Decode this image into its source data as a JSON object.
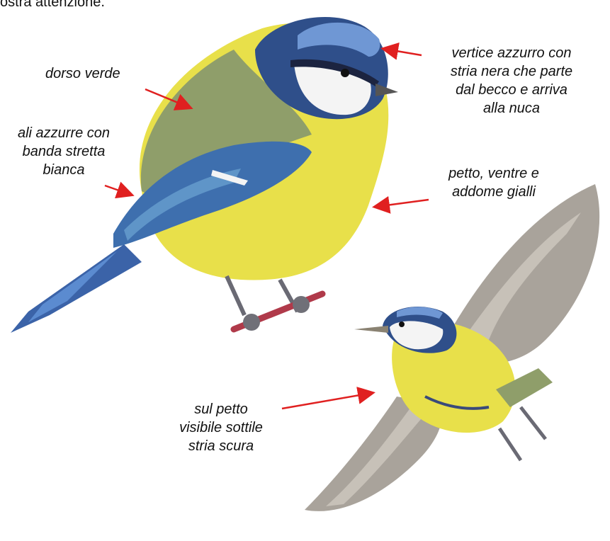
{
  "header": {
    "fragment": "ostra attenzione."
  },
  "labels": {
    "dorso": "dorso verde",
    "ali": [
      "ali azzurre con",
      "banda stretta",
      "bianca"
    ],
    "vertice": [
      "vertice azzurro con",
      "stria nera che parte",
      "dal becco e arriva",
      "alla nuca"
    ],
    "petto": [
      "petto, ventre e",
      "addome gialli"
    ],
    "stria": [
      "sul petto",
      "visibile sottile",
      "stria scura"
    ]
  },
  "colors": {
    "arrow": "#e02020",
    "blue": "#3b63a8",
    "yellow": "#e8e04a",
    "green": "#8f9e6a",
    "white": "#f4f4f4",
    "grey": "#a9a39b"
  }
}
